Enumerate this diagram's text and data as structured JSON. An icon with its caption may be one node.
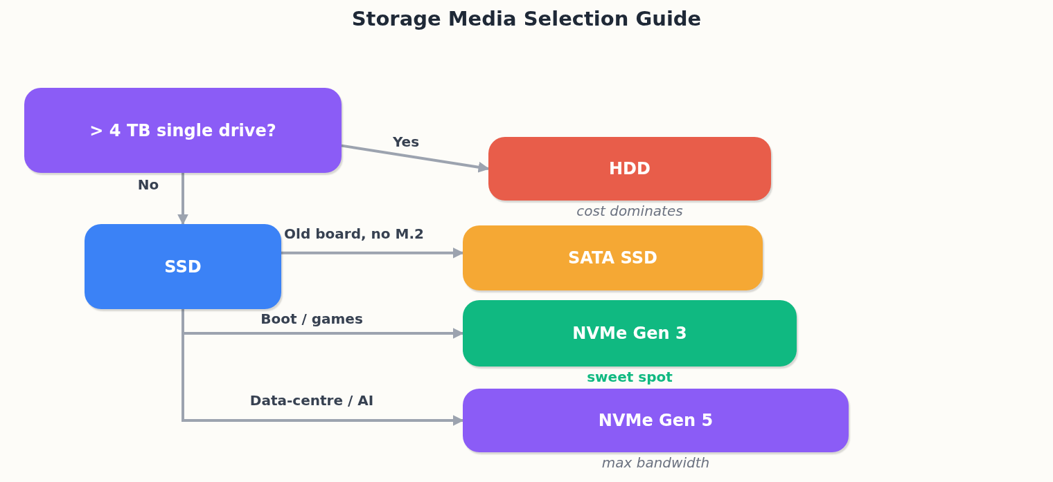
{
  "diagram": {
    "title": "Storage Media Selection Guide",
    "nodes": [
      {
        "text": [
          "> 4 TB single drive?"
        ]
      },
      {
        "text": [
          "HDD"
        ],
        "beside": [
          "cost dominates"
        ]
      },
      {
        "text": [
          "SSD"
        ]
      },
      {
        "text": [
          "SATA SSD"
        ]
      },
      {
        "text": [
          "NVMe Gen 3"
        ],
        "beside": [
          "sweet spot"
        ]
      },
      {
        "text": [
          "NVMe Gen 5"
        ],
        "beside": [
          "max bandwidth"
        ]
      }
    ],
    "edges": [
      {
        "from": 0,
        "to": 1,
        "arrow": "to",
        "label": "Yes"
      },
      {
        "from": 0,
        "to": 2,
        "arrow": "to",
        "label": "No"
      },
      {
        "from": 2,
        "to": 3,
        "arrow": "to",
        "label": "Old board, no M.2"
      },
      {
        "from": 2,
        "to": 4,
        "arrow": "to",
        "label": "Boot / games"
      },
      {
        "from": 2,
        "to": 5,
        "arrow": "to",
        "label": "Data-centre / AI"
      }
    ]
  }
}
